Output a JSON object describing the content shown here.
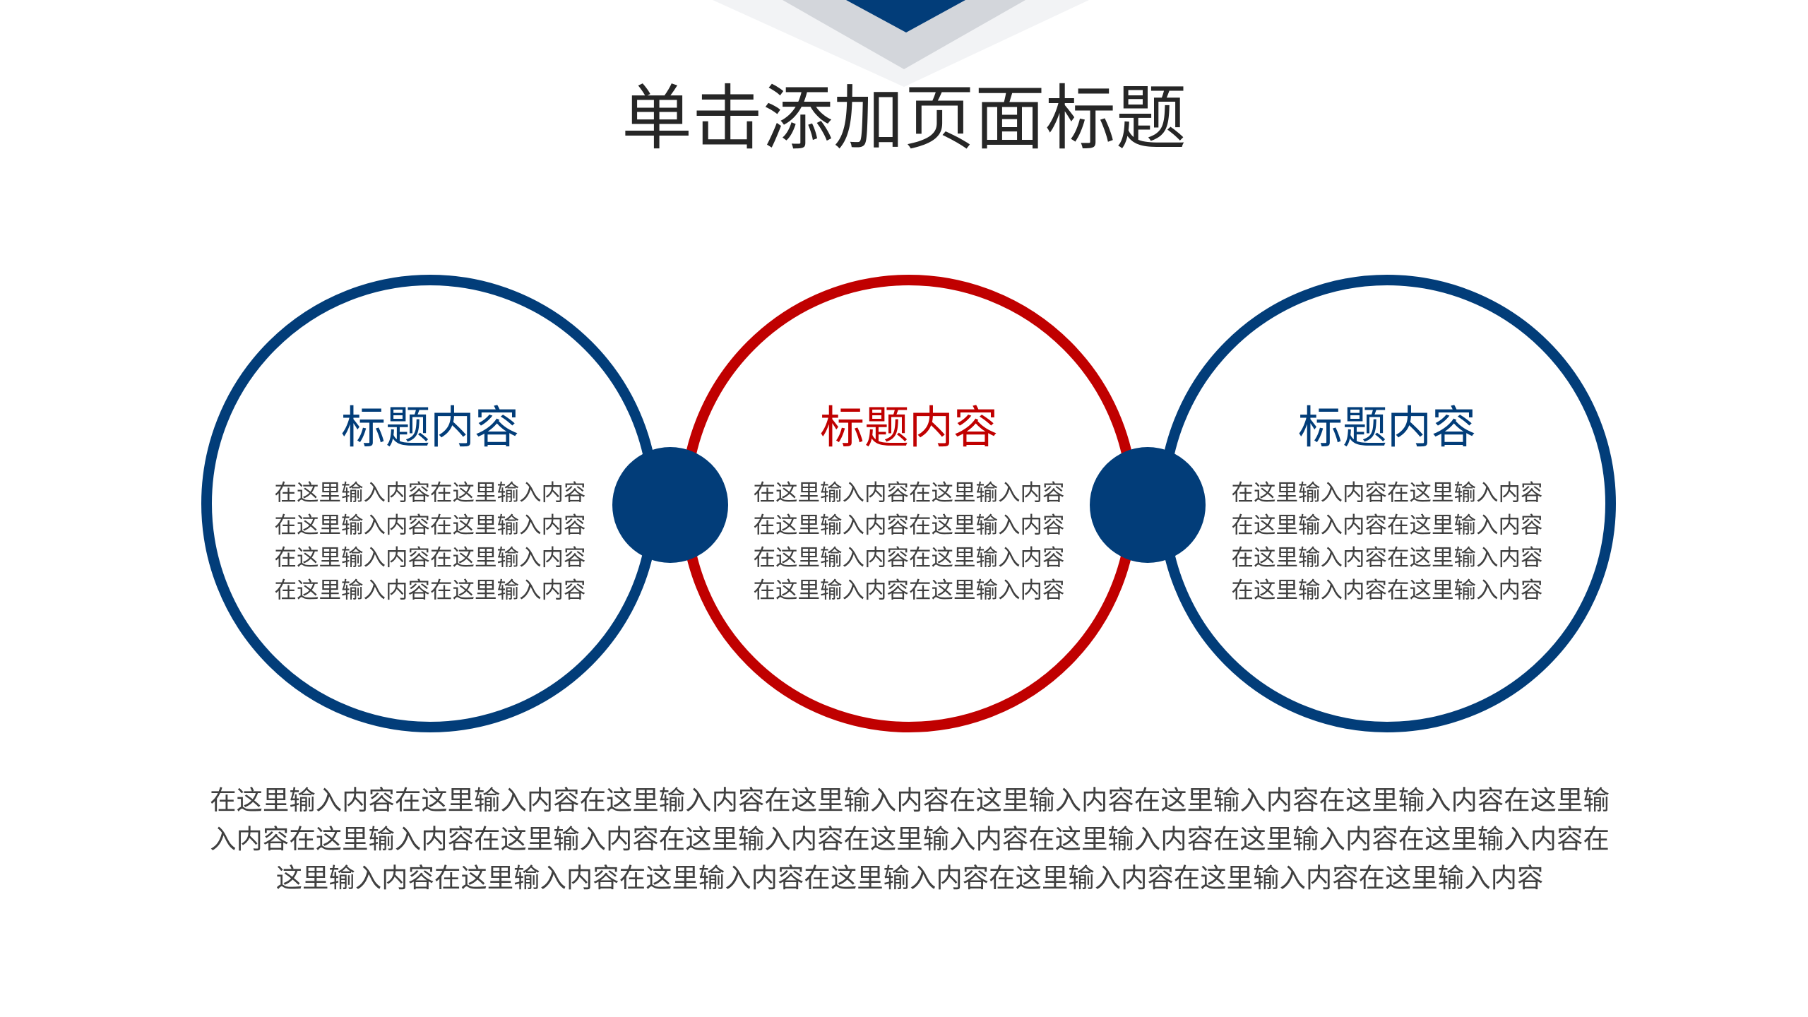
{
  "slide": {
    "title": "单击添加页面标题",
    "colors": {
      "blue": "#023d79",
      "red": "#c00000",
      "light_gray": "#f2f3f5",
      "mid_gray": "#d3d6db"
    },
    "cards": [
      {
        "heading": "标题内容",
        "accent": "blue",
        "lines": [
          "在这里输入内容在这里输入内容",
          "在这里输入内容在这里输入内容",
          "在这里输入内容在这里输入内容",
          "在这里输入内容在这里输入内容"
        ]
      },
      {
        "heading": "标题内容",
        "accent": "red",
        "lines": [
          "在这里输入内容在这里输入内容",
          "在这里输入内容在这里输入内容",
          "在这里输入内容在这里输入内容",
          "在这里输入内容在这里输入内容"
        ]
      },
      {
        "heading": "标题内容",
        "accent": "blue",
        "lines": [
          "在这里输入内容在这里输入内容",
          "在这里输入内容在这里输入内容",
          "在这里输入内容在这里输入内容",
          "在这里输入内容在这里输入内容"
        ]
      }
    ],
    "paragraph": "在这里输入内容在这里输入内容在这里输入内容在这里输入内容在这里输入内容在这里输入内容在这里输入内容在这里输入内容在这里输入内容在这里输入内容在这里输入内容在这里输入内容在这里输入内容在这里输入内容在这里输入内容在这里输入内容在这里输入内容在这里输入内容在这里输入内容在这里输入内容在这里输入内容在这里输入内容"
  }
}
